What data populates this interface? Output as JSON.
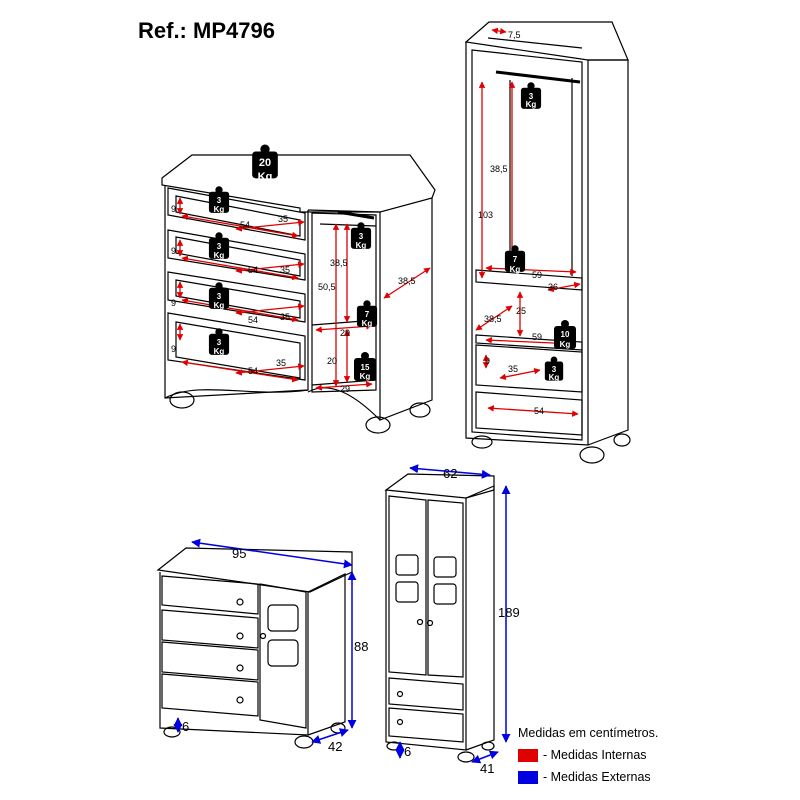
{
  "reference": "Ref.: MP4796",
  "colors": {
    "internal": "#e00000",
    "external": "#0000e0",
    "line": "#000000"
  },
  "dresser_internal": {
    "top_load": {
      "value": "20",
      "unit": "Kg"
    },
    "drawer_loads": [
      {
        "value": "3",
        "unit": "Kg"
      },
      {
        "value": "3",
        "unit": "Kg"
      },
      {
        "value": "3",
        "unit": "Kg"
      },
      {
        "value": "3",
        "unit": "Kg"
      }
    ],
    "drawer_height": "9",
    "drawer_width": "54",
    "drawer_depth": "35",
    "rod_load": {
      "value": "3",
      "unit": "Kg"
    },
    "shelf_load": {
      "value": "7",
      "unit": "Kg"
    },
    "bottom_load": {
      "value": "15",
      "unit": "Kg"
    },
    "compartment_height_upper": "38,5",
    "compartment_height_total": "50,5",
    "compartment_height_lower": "20",
    "compartment_width": "29",
    "compartment_depth": "38,5"
  },
  "wardrobe_internal": {
    "top_depth": "7,5",
    "rod_load": {
      "value": "3",
      "unit": "Kg"
    },
    "hanging_height_upper": "38,5",
    "hanging_height_total": "103",
    "shelf_load": {
      "value": "7",
      "unit": "Kg"
    },
    "shelf_width": "59",
    "shelf_depth": "36",
    "lower_shelf_height": "25",
    "lower_shelf_depth": "38,5",
    "lower_shelf_width": "59",
    "lower_shelf_load": {
      "value": "10",
      "unit": "Kg"
    },
    "drawer_height": "9",
    "drawer_depth": "35",
    "drawer_load": {
      "value": "3",
      "unit": "Kg"
    },
    "drawer_width": "54"
  },
  "dresser_external": {
    "width": "95",
    "height": "88",
    "depth": "42",
    "foot": "6"
  },
  "wardrobe_external": {
    "width": "62",
    "height": "189",
    "depth": "41",
    "foot": "6"
  },
  "legend": {
    "header": "Medidas em centímetros.",
    "internal_label": "- Medidas Internas",
    "external_label": "- Medidas Externas"
  }
}
